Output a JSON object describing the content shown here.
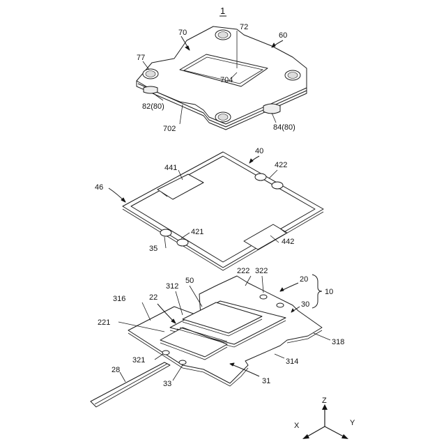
{
  "figure": {
    "number": "1",
    "labels": [
      {
        "id": "l70",
        "text": "70"
      },
      {
        "id": "l72",
        "text": "72"
      },
      {
        "id": "l60",
        "text": "60"
      },
      {
        "id": "l77",
        "text": "77"
      },
      {
        "id": "l704",
        "text": "704"
      },
      {
        "id": "l82",
        "text": "82(80)"
      },
      {
        "id": "l702",
        "text": "702"
      },
      {
        "id": "l84",
        "text": "84(80)"
      },
      {
        "id": "l40",
        "text": "40"
      },
      {
        "id": "l441",
        "text": "441"
      },
      {
        "id": "l422",
        "text": "422"
      },
      {
        "id": "l46",
        "text": "46"
      },
      {
        "id": "l421",
        "text": "421"
      },
      {
        "id": "l35",
        "text": "35"
      },
      {
        "id": "l442",
        "text": "442"
      },
      {
        "id": "l222",
        "text": "222"
      },
      {
        "id": "l322",
        "text": "322"
      },
      {
        "id": "l50",
        "text": "50"
      },
      {
        "id": "l20",
        "text": "20"
      },
      {
        "id": "l10",
        "text": "10"
      },
      {
        "id": "l316",
        "text": "316"
      },
      {
        "id": "l312",
        "text": "312"
      },
      {
        "id": "l22",
        "text": "22"
      },
      {
        "id": "l30",
        "text": "30"
      },
      {
        "id": "l221",
        "text": "221"
      },
      {
        "id": "l318",
        "text": "318"
      },
      {
        "id": "l321",
        "text": "321"
      },
      {
        "id": "l314",
        "text": "314"
      },
      {
        "id": "l28",
        "text": "28"
      },
      {
        "id": "l31",
        "text": "31"
      },
      {
        "id": "l33",
        "text": "33"
      }
    ],
    "axes": {
      "z": "Z",
      "x": "X",
      "y": "Y"
    }
  }
}
